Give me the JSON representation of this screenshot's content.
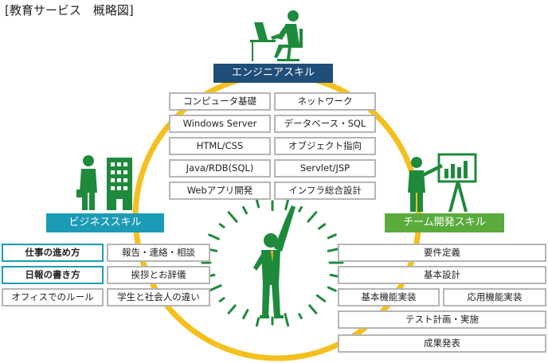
{
  "title": "[教育サービス　概略図]",
  "colors": {
    "circle": "#f4c01e",
    "engineer": "#1f4e79",
    "business": "#1b9bb5",
    "team": "#5aab3c",
    "figure": "#1e8a3c"
  },
  "engineer": {
    "header": "エンジニアスキル",
    "items": [
      "コンピュータ基礎",
      "ネットワーク",
      "Windows Server",
      "データベース・SQL",
      "HTML/CSS",
      "オブジェクト指向",
      "Java/RDB(SQL)",
      "Servlet/JSP",
      "Webアプリ開発",
      "インフラ総合設計"
    ]
  },
  "business": {
    "header": "ビジネススキル",
    "items": [
      "仕事の進め方",
      "報告・連絡・相談",
      "日報の書き方",
      "挨拶とお辞儀",
      "オフィスでのルール",
      "学生と社会人の違い"
    ]
  },
  "team": {
    "header": "チーム開発スキル",
    "items": [
      "要件定義",
      "基本設計",
      "基本機能実装",
      "応用機能実装",
      "テスト計画・実施",
      "成果発表"
    ]
  },
  "icons": [
    "engineer-at-desk-icon",
    "businessman-building-icon",
    "presenter-chart-icon",
    "cheering-person-icon"
  ]
}
